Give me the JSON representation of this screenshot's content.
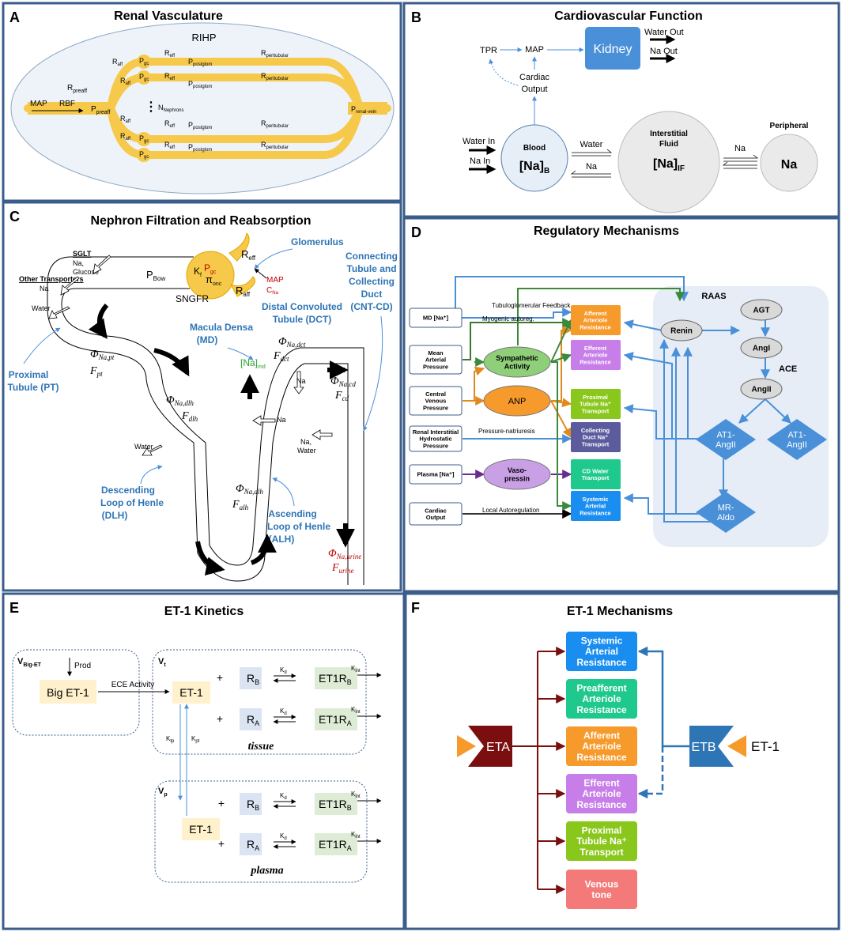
{
  "panelA": {
    "letter": "A",
    "title": "Renal Vasculature",
    "rihp": "RIHP",
    "map": "MAP",
    "rbf": "RBF",
    "rpreaff": "R",
    "rpreaff_sub": "preaff",
    "ppreaff": "P",
    "ppreaff_sub": "preaff",
    "raff": "R",
    "raff_sub": "aff",
    "pgc": "P",
    "pgc_sub": "gc",
    "reff": "R",
    "reff_sub": "eff",
    "ppost": "P",
    "ppost_sub": "postglom",
    "rperi": "R",
    "rperi_sub": "peritubular",
    "nneph": "N",
    "nneph_sub": "Nephrons",
    "dots": "⋮",
    "prenal": "P",
    "prenal_sub": "renal-vein"
  },
  "panelB": {
    "letter": "B",
    "title": "Cardiovascular Function",
    "kidney": "Kidney",
    "tpr": "TPR",
    "map": "MAP",
    "co1": "Cardiac",
    "co2": "Output",
    "water_out": "Water Out",
    "na_out": "Na Out",
    "water_in": "Water In",
    "na_in": "Na In",
    "blood": "Blood",
    "na_b": "[Na]",
    "na_b_sub": "B",
    "water": "Water",
    "na": "Na",
    "if1": "Interstitial",
    "if2": "Fluid",
    "na_if": "[Na]",
    "na_if_sub": "IF",
    "peripheral": "Peripheral",
    "per_na": "Na"
  },
  "panelC": {
    "letter": "C",
    "title": "Nephron Filtration and Reabsorption",
    "sglt": "SGLT",
    "na_glucose1": "Na,",
    "na_glucose2": "Glucose",
    "other": "Other Transporters",
    "na": "Na",
    "water": "Water",
    "pbow": "P",
    "pbow_sub": "Bow",
    "sngfr": "SNGFR",
    "kf": "K",
    "kf_sub": "f",
    "pgc": "P",
    "pgc_sub": "gc",
    "ponc": "π",
    "ponc_sub": "onc",
    "reff": "R",
    "reff_sub": "eff",
    "raff": "R",
    "raff_sub": "aff",
    "map": "MAP",
    "cna": "C",
    "cna_sub": "Na",
    "glomerulus": "Glomerulus",
    "cntcd": [
      "Connecting",
      "Tubule and",
      "Collecting",
      "Duct",
      "(CNT-CD)"
    ],
    "dct": [
      "Distal Convoluted",
      "Tubule (DCT)"
    ],
    "md": [
      "Macula Densa",
      "(MD)"
    ],
    "pt": [
      "Proximal",
      "Tubule (PT)"
    ],
    "dlh": [
      "Descending",
      "Loop of Henle",
      "(DLH)"
    ],
    "alh": [
      "Ascending",
      "Loop of Henle",
      "(ALH)"
    ],
    "phi": "Φ",
    "phi_pt": "Na,pt",
    "f": "F",
    "f_pt": "pt",
    "phi_dlh": "Na,dlh",
    "f_dlh": "dlh",
    "phi_alh": "Na,alh",
    "f_alh": "alh",
    "phi_dct": "Na,dct",
    "f_dct": "dct",
    "phi_cd": "Na,cd",
    "f_cd": "cd",
    "phi_urine": "Na,urine",
    "f_urine": "urine",
    "namd": "[Na]",
    "namd_sub": "md",
    "na_water1": "Na,",
    "na_water2": "Water"
  },
  "panelD": {
    "letter": "D",
    "title": "Regulatory Mechanisms",
    "raas": "RAAS",
    "inputs": [
      "MD [Na⁺]",
      "Mean|Arterial|Pressure",
      "Central|Venous|Pressure",
      "Renal Interstitial|Hydrostatic|Pressure",
      "Plasma [Na⁺]",
      "Cardiac|Output"
    ],
    "mid": [
      "Sympathetic|Activity",
      "ANP",
      "Vaso-|pressin"
    ],
    "outputs": [
      "Afferent|Arteriole|Resistance",
      "Efferent|Arteriole|Resistance",
      "Proximal|Tubule Na⁺|Transport",
      "Collecting|Duct Na⁺|Transport",
      "CD Water|Transport",
      "Systemic|Arterial|Resistance"
    ],
    "labels": {
      "tgf": "Tubuloglomerular Feedback",
      "myo": "Myogenic autoreg.",
      "pn": "Pressure-natriuresis",
      "local": "Local Autoregulation"
    },
    "raas_nodes": {
      "renin": "Renin",
      "agt": "AGT",
      "angi": "AngI",
      "ace": "ACE",
      "angii": "AngII",
      "at1a": "AT1-|AngII",
      "at1b": "AT1-|AngII",
      "mr": "MR-|Aldo"
    }
  },
  "panelE": {
    "letter": "E",
    "title": "ET-1 Kinetics",
    "vbig": "V",
    "vbig_sub": "Big-ET",
    "prod": "Prod",
    "bigET": "Big ET-1",
    "ece": "ECE Activity",
    "vt": "V",
    "vt_sub": "t",
    "vp": "V",
    "vp_sub": "p",
    "et1": "ET-1",
    "plus": "+",
    "rb": "R",
    "rb_sub": "B",
    "ra": "R",
    "ra_sub": "A",
    "kd": "K",
    "kd_sub": "d",
    "kint": "K",
    "kint_sub": "int",
    "et1rb": "ET1R",
    "et1rb_sub": "B",
    "et1ra": "ET1R",
    "et1ra_sub": "A",
    "ktp": "K",
    "ktp_sub": "tp",
    "kpt": "K",
    "kpt_sub": "pt",
    "tissue": "tissue",
    "plasma": "plasma"
  },
  "panelF": {
    "letter": "F",
    "title": "ET-1 Mechanisms",
    "eta": "ETA",
    "etb": "ETB",
    "et1": "ET-1",
    "boxes": [
      {
        "lines": [
          "Systemic",
          "Arterial",
          "Resistance"
        ],
        "color": "#1a8ef0"
      },
      {
        "lines": [
          "Preafferent",
          "Arteriole",
          "Resistance"
        ],
        "color": "#1fc98e"
      },
      {
        "lines": [
          "Afferent",
          "Arteriole",
          "Resistance"
        ],
        "color": "#f79a2c"
      },
      {
        "lines": [
          "Efferent",
          "Arteriole",
          "Resistance"
        ],
        "color": "#c77ee8"
      },
      {
        "lines": [
          "Proximal",
          "Tubule Na⁺",
          "Transport"
        ],
        "color": "#8ac71c"
      },
      {
        "lines": [
          "Venous",
          "tone"
        ],
        "color": "#f47a7a"
      }
    ]
  },
  "colors": {
    "orange": "#f5c23c",
    "blue": "#4a90d9",
    "panelBorder": "#3b5d8a",
    "darkred": "#7b0f0f",
    "etb": "#2e75b6"
  }
}
